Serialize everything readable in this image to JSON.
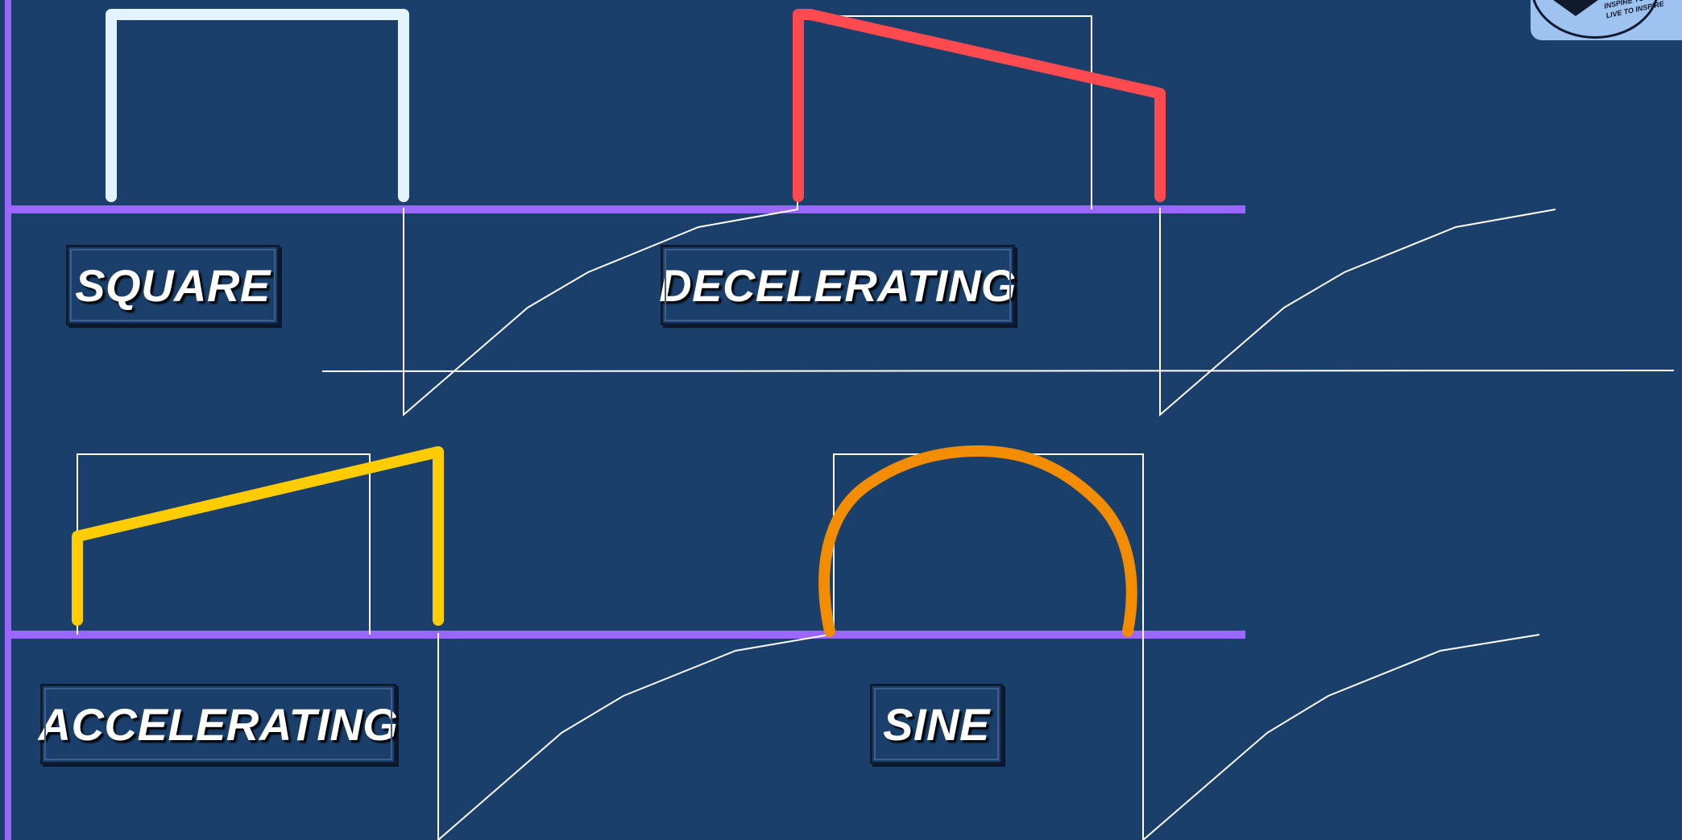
{
  "slide": {
    "background": "#1a3f6b",
    "labels": {
      "square": "SQUARE",
      "decelerating": "DECELERATING",
      "accelerating": "ACCELERATING",
      "sine": "SINE"
    },
    "logo": {
      "line1": "INSPIRE TO LIVE",
      "line2": "LIVE TO INSPIRE"
    }
  },
  "colors": {
    "axis": "#9966ff",
    "square_pulse": "#e2f3fb",
    "decelerating_pulse": "#ff4a4f",
    "accelerating_pulse": "#ffcc00",
    "sine_pulse": "#f28c00",
    "thin_lines": "#ffffff"
  },
  "pulses": [
    {
      "name": "square",
      "shape": "square",
      "icon": "square-pulse-icon"
    },
    {
      "name": "decelerating",
      "shape": "decelerating",
      "icon": "decelerating-pulse-icon"
    },
    {
      "name": "accelerating",
      "shape": "accelerating",
      "icon": "accelerating-pulse-icon"
    },
    {
      "name": "sine",
      "shape": "sine",
      "icon": "sine-pulse-icon"
    }
  ]
}
